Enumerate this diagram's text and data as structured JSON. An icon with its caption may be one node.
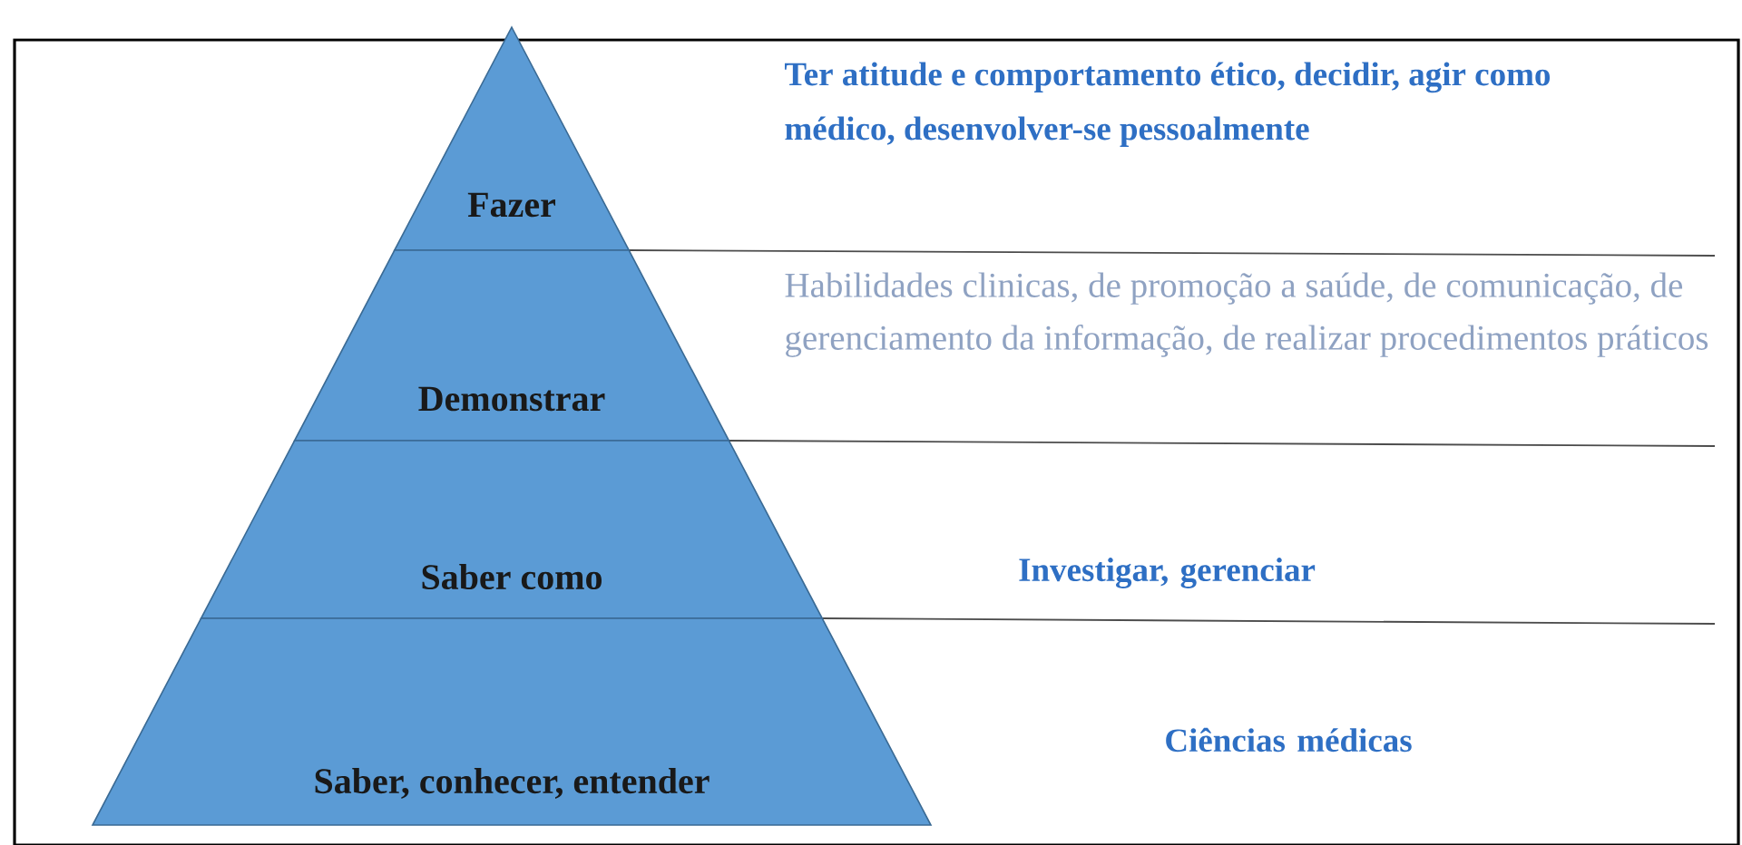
{
  "diagram": {
    "nodes": [
      {
        "text": [
          "Fazer"
        ]
      },
      {
        "text": [
          "Demonstrar"
        ]
      },
      {
        "text": [
          "Saber como"
        ]
      },
      {
        "text": [
          "Saber, conhecer, entender"
        ]
      }
    ],
    "labels": [
      "Ter atitude e comportamento ético, decidir, agir como médico,  desenvolver-se pessoalmente",
      "Habilidades clinicas, de promoção a saúde, de comunicação, de gerenciamento da informação, de realizar procedimentos práticos",
      "Investigar, gerenciar",
      "Ciências médicas"
    ]
  }
}
